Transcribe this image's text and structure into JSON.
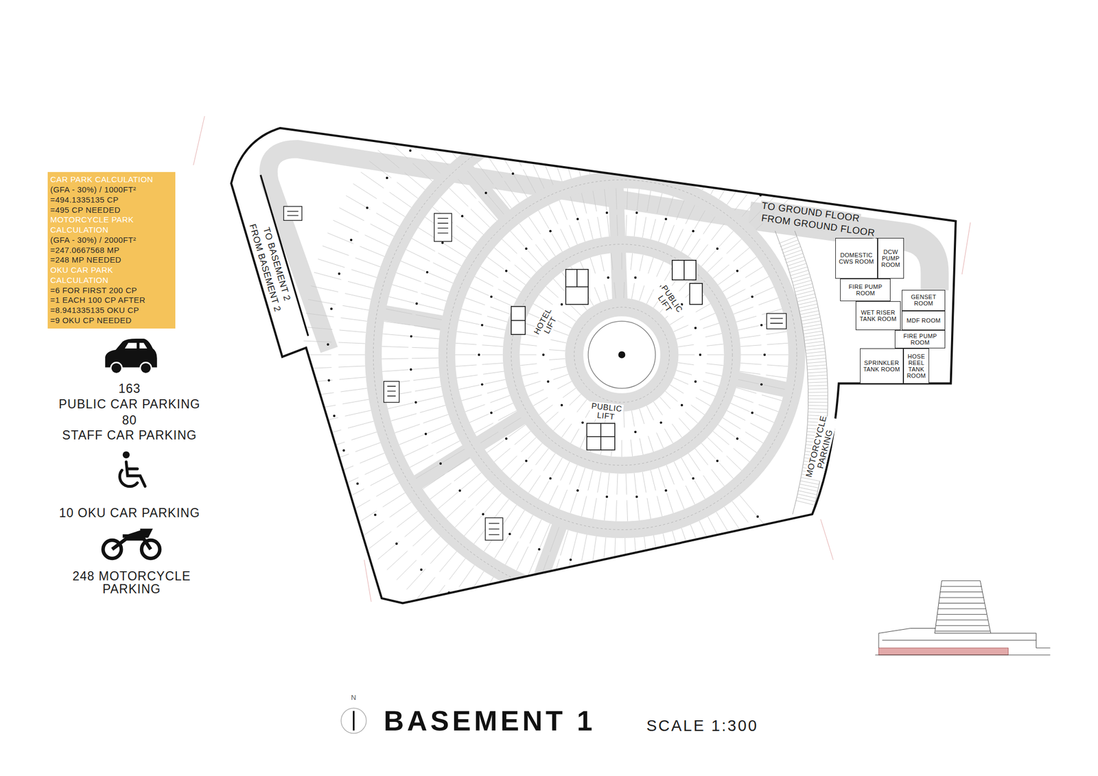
{
  "diagram": {
    "title": "BASEMENT 1",
    "nodes": [
      {
        "text": [
          "CAR PARK CALCULATION",
          "(GFA - 30%) / 1000FT²",
          "=494.1335135 CP",
          "=495 CP NEEDED",
          "MOTORCYCLE PARK CALCULATION",
          "(GFA - 30%) / 2000FT²",
          "=247.0667568 MP",
          "=248 MP NEEDED",
          "OKU CAR PARK CALCULATION",
          "=6 FOR FIRST 200 CP",
          "=1 EACH 100 CP AFTER",
          "=8.941335135 OKU CP",
          "=9 OKU CP NEEDED"
        ]
      },
      {
        "text": [
          "DOMESTIC CWS ROOM"
        ]
      },
      {
        "text": [
          "DCW PUMP ROOM"
        ]
      },
      {
        "text": [
          "FIRE PUMP ROOM"
        ]
      },
      {
        "text": [
          "GENSET ROOM"
        ]
      },
      {
        "text": [
          "WET RISER TANK ROOM"
        ]
      },
      {
        "text": [
          "MDF ROOM"
        ]
      },
      {
        "text": [
          "FIRE PUMP ROOM"
        ]
      },
      {
        "text": [
          "SPRINKLER TANK ROOM"
        ]
      },
      {
        "text": [
          "HOSE REEL TANK ROOM"
        ]
      }
    ],
    "labels": [
      "TO BASEMENT 2",
      "FROM BASEMENT 2",
      "TO GROUND FLOOR",
      "FROM GROUND FLOOR",
      "HOTEL LIFT",
      "PUBLIC LIFT",
      "PUBLIC LIFT",
      "MOTORCYCLE PARKING",
      "163",
      "PUBLIC CAR PARKING",
      "80",
      "STAFF CAR PARKING",
      "10 OKU CAR PARKING",
      "248 MOTORCYCLE PARKING",
      "N",
      "SCALE 1:300"
    ]
  }
}
